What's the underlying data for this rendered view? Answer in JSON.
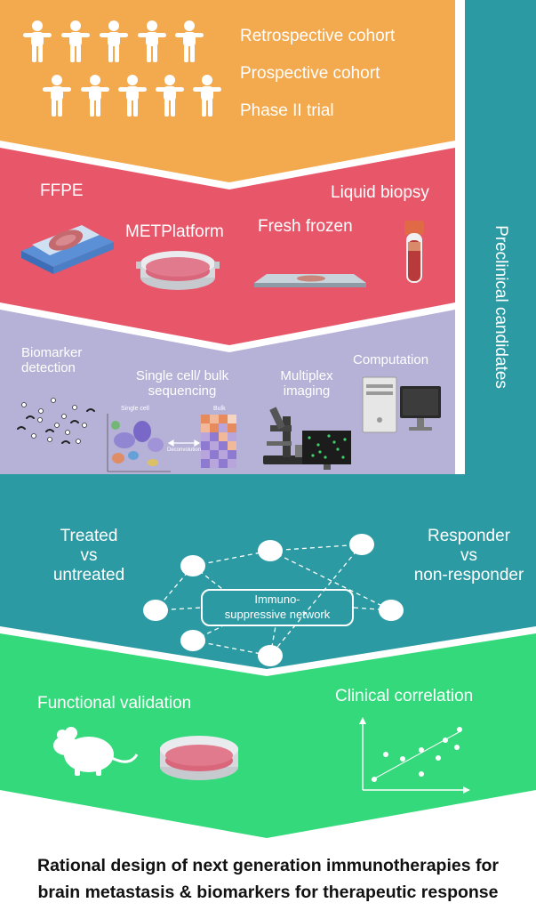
{
  "cohort": {
    "items": [
      "Retrospective cohort",
      "Prospective cohort",
      "Phase II trial"
    ]
  },
  "samples": {
    "ffpe": "FFPE",
    "metplatform": "METPlatform",
    "fresh_frozen": "Fresh frozen",
    "liquid_biopsy": "Liquid biopsy"
  },
  "analysis": {
    "biomarker": [
      "Biomarker",
      "detection"
    ],
    "sequencing": [
      "Single cell/ bulk",
      "sequencing"
    ],
    "imaging": [
      "Multiplex",
      "imaging"
    ],
    "computation": "Computation",
    "single_cell_label": "Single cell",
    "bulk_label": "Bulk",
    "deconvolution_label": "Deconvolution"
  },
  "network": {
    "left": [
      "Treated",
      "vs",
      "untreated"
    ],
    "right": [
      "Responder",
      "vs",
      "non-responder"
    ],
    "center": [
      "Immuno-",
      "suppressive network"
    ]
  },
  "validation": {
    "functional": "Functional validation",
    "clinical": "Clinical correlation"
  },
  "side_bar": "Preclinical candidates",
  "caption": [
    "Rational design of next generation immunotherapies for",
    "brain metastasis & biomarkers for therapeutic response"
  ],
  "colors": {
    "orange": "#F3A94D",
    "red": "#E8566A",
    "lavender": "#B6B1D6",
    "teal": "#2C9AA3",
    "green": "#33D97A",
    "sidebar": "#2C9AA3"
  }
}
